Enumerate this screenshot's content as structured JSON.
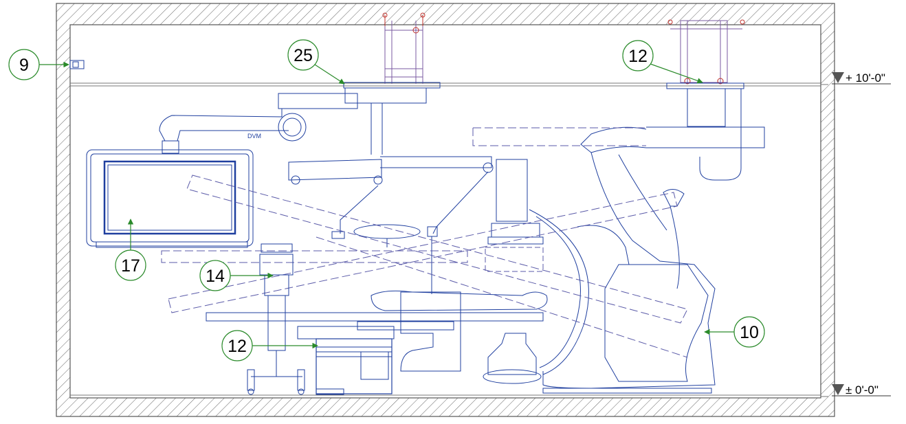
{
  "callouts": [
    {
      "id": "callout-9",
      "label": "9"
    },
    {
      "id": "callout-25",
      "label": "25"
    },
    {
      "id": "callout-12-ceiling",
      "label": "12"
    },
    {
      "id": "callout-17",
      "label": "17"
    },
    {
      "id": "callout-14",
      "label": "14"
    },
    {
      "id": "callout-12-table",
      "label": "12"
    },
    {
      "id": "callout-10",
      "label": "10"
    }
  ],
  "levels": {
    "ceiling": "+ 10'-0\"",
    "floor": "± 0'-0\""
  },
  "equipment": {
    "monitor_logo": "DVM"
  },
  "colors": {
    "equipment_line": "#1f3f9f",
    "dashed_line": "#5a5aa8",
    "callout_green": "#2a8a2a",
    "wall_line": "#555555",
    "overhead_red": "#c0302a",
    "overhead_purple": "#7a5aa0"
  }
}
